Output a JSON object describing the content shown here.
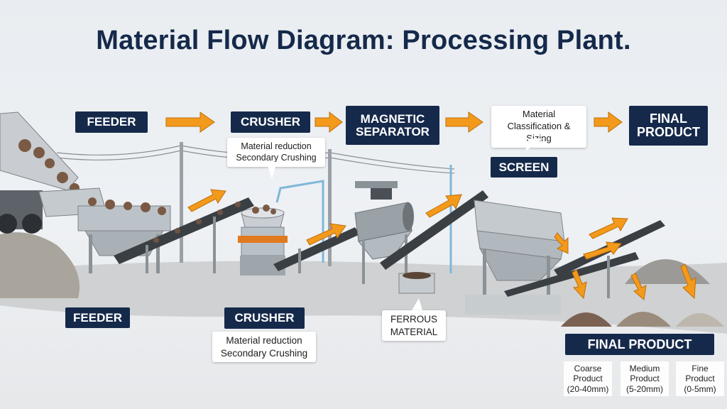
{
  "title": "Material Flow Diagram: Processing Plant.",
  "top_flow": {
    "feeder": "FEEDER",
    "crusher": "CRUSHER",
    "magnetic_line1": "MAGNETIC",
    "magnetic_line2": "SEPARATOR",
    "classification": [
      "Material",
      "Classification &",
      "Sizing"
    ],
    "screen": "SCREEN",
    "final_line1": "FINAL",
    "final_line2": "PRODUCT",
    "crusher_note": [
      "Material reduction",
      "Secondary Crushing"
    ]
  },
  "bottom_labels": {
    "feeder": "FEEDER",
    "crusher": "CRUSHER",
    "crusher_note": [
      "Material reduction",
      "Secondary Crushing"
    ],
    "ferrous": [
      "FERROUS",
      "MATERIAL"
    ],
    "final_product": "FINAL PRODUCT"
  },
  "products": [
    {
      "name": [
        "Coarse",
        "Product"
      ],
      "size": "(20-40mm)"
    },
    {
      "name": [
        "Medium",
        "Product"
      ],
      "size": "(5-20mm)"
    },
    {
      "name": [
        "Fine",
        "Product"
      ],
      "size": "(0-5mm)"
    }
  ],
  "colors": {
    "navy": "#15294a",
    "arrow": "#f39a1c",
    "steel": "#b9c1c8"
  }
}
